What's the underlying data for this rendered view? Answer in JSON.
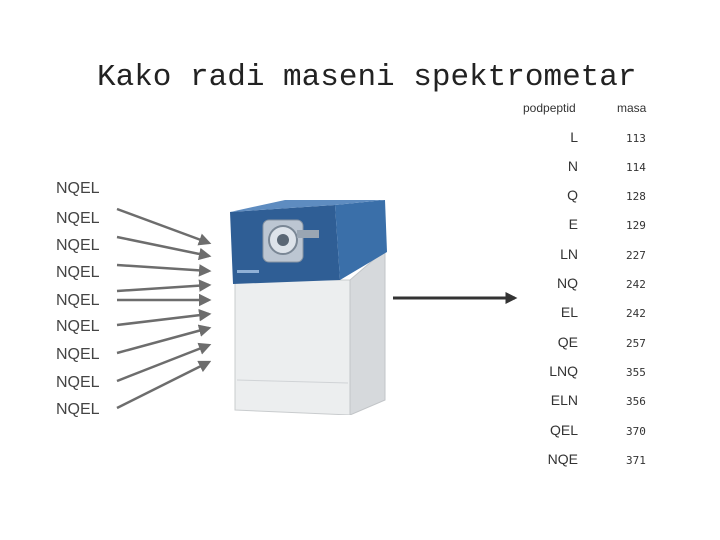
{
  "title": "Kako radi maseni spektrometar",
  "peptides": [
    "NQEL",
    "NQEL",
    "NQEL",
    "NQEL",
    "NQEL",
    "NQEL",
    "NQEL",
    "NQEL",
    "NQEL"
  ],
  "table": {
    "headers": {
      "name": "podpeptid",
      "mass": "masa"
    },
    "rows": [
      {
        "name": "L",
        "mass": "113"
      },
      {
        "name": "N",
        "mass": "114"
      },
      {
        "name": "Q",
        "mass": "128"
      },
      {
        "name": "E",
        "mass": "129"
      },
      {
        "name": "LN",
        "mass": "227"
      },
      {
        "name": "NQ",
        "mass": "242"
      },
      {
        "name": "EL",
        "mass": "242"
      },
      {
        "name": "QE",
        "mass": "257"
      },
      {
        "name": "LNQ",
        "mass": "355"
      },
      {
        "name": "ELN",
        "mass": "356"
      },
      {
        "name": "QEL",
        "mass": "370"
      },
      {
        "name": "NQE",
        "mass": "371"
      }
    ]
  },
  "colors": {
    "arrow": "#6d6d6d",
    "instrument_blue": "#2f5e95",
    "instrument_body": "#e6e8ea"
  },
  "icons": {
    "instrument": "mass-spectrometer-icon"
  }
}
